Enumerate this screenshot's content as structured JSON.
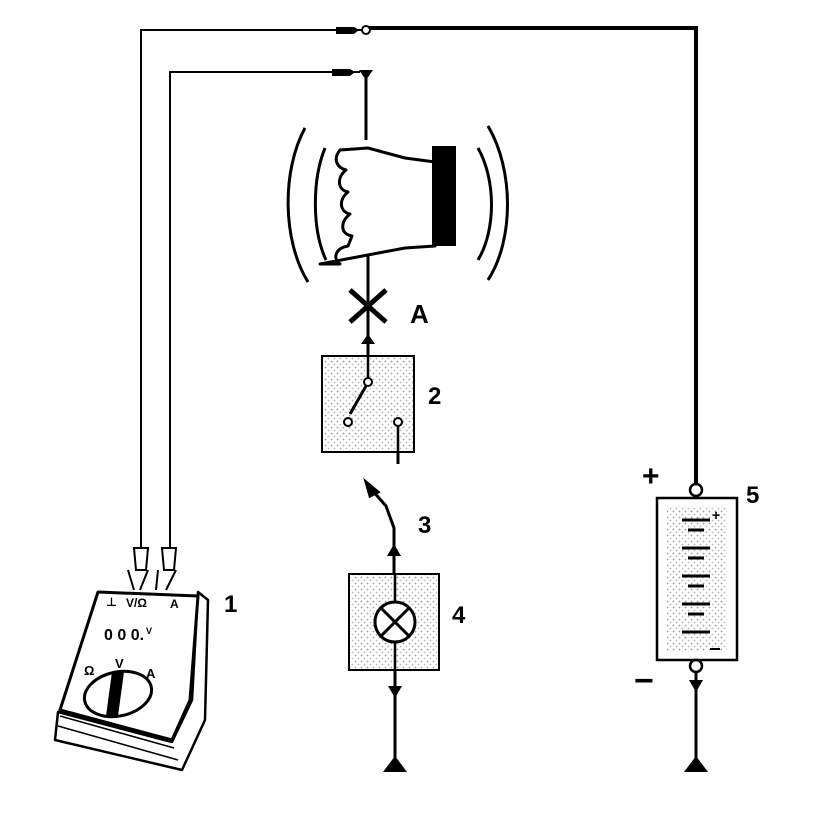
{
  "callouts": {
    "multimeter": "1",
    "switch": "2",
    "connector": "3",
    "lamp": "4",
    "battery": "5",
    "fault_point": "A"
  },
  "battery": {
    "positive_sign": "+",
    "negative_sign": "−",
    "terminal_plus": "+"
  },
  "multimeter": {
    "display": "0 0 0.",
    "display_unit": "V",
    "jack_labels": [
      "⊥",
      "V/Ω",
      "A"
    ],
    "dial_labels": [
      "Ω",
      "V",
      "A"
    ]
  }
}
